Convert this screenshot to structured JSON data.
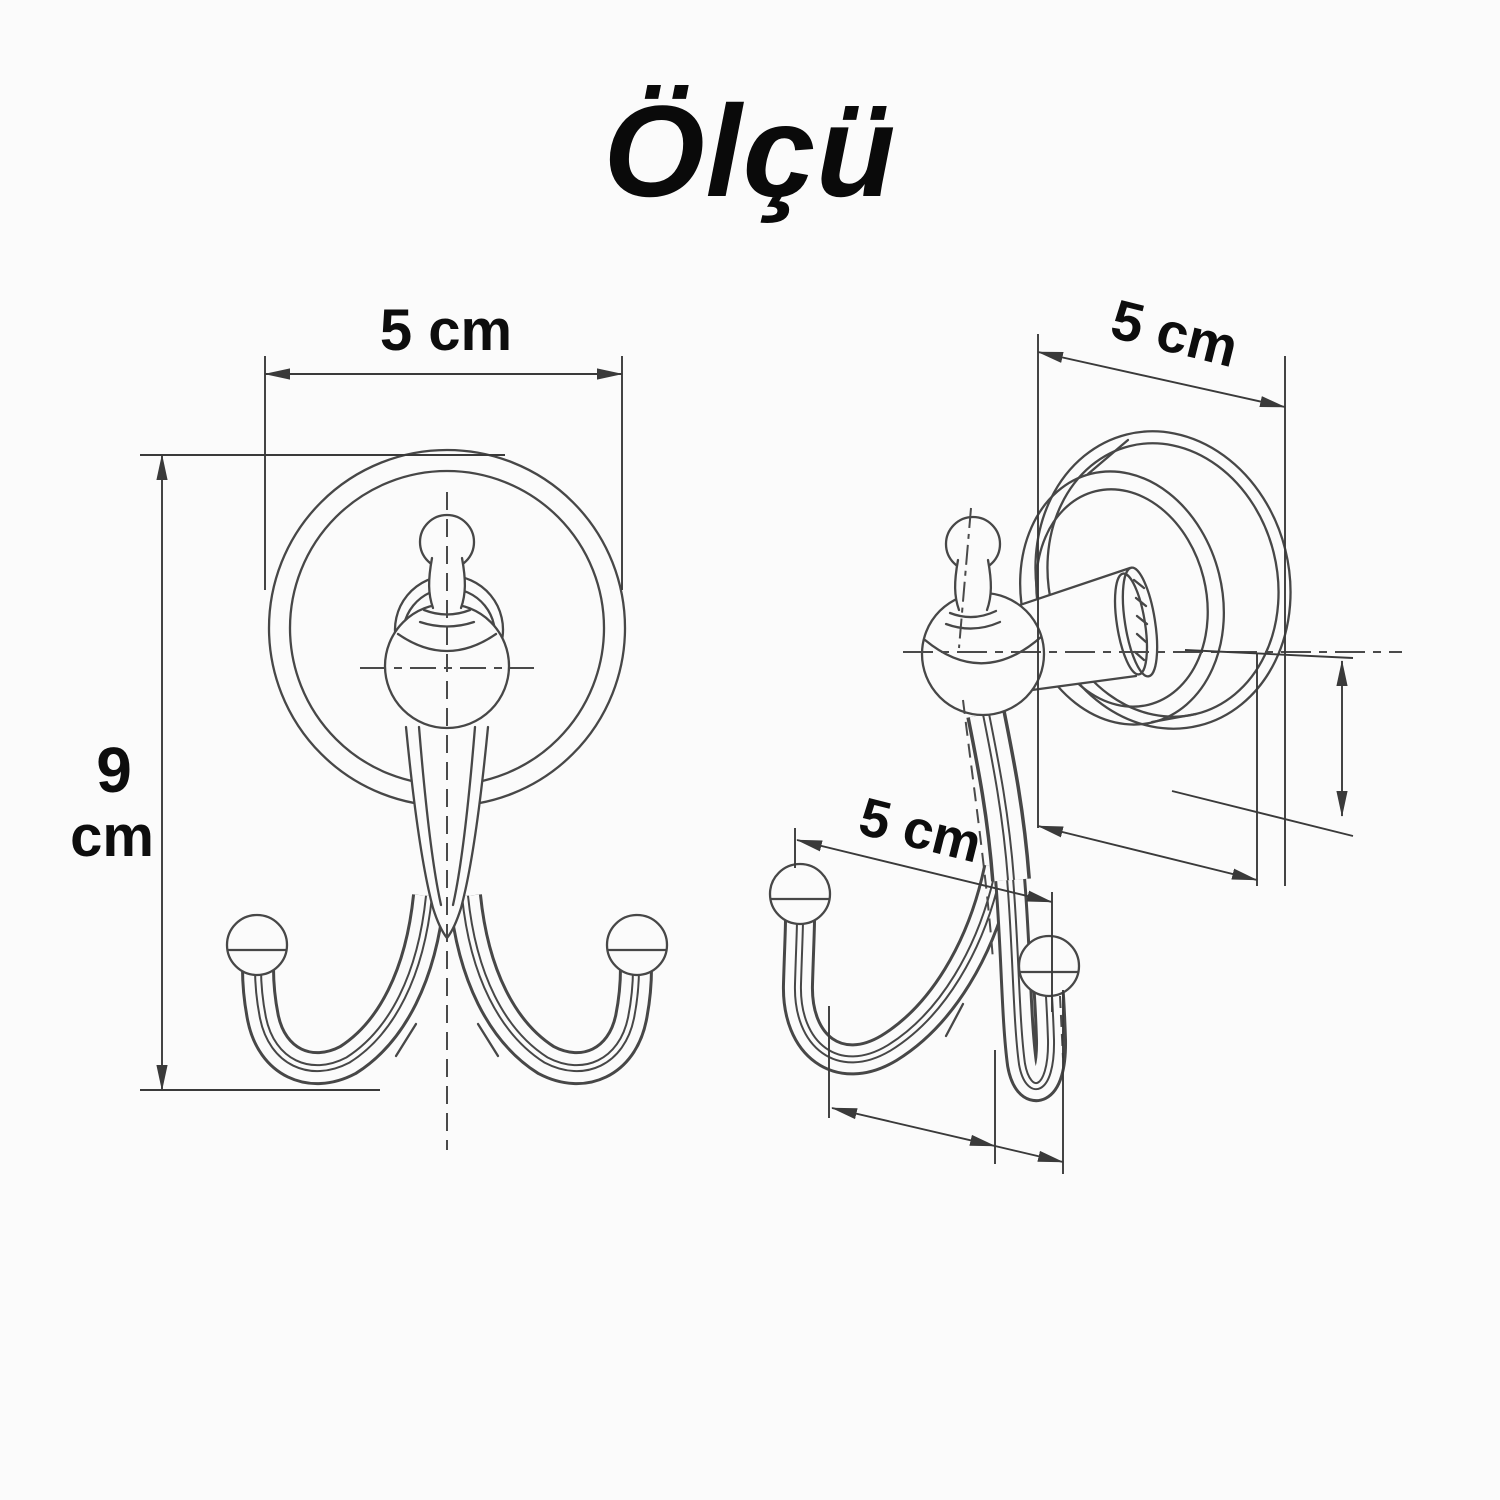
{
  "title": "Ölçü",
  "colors": {
    "background": "#fbfbfb",
    "line": "#474747",
    "dimension_line": "#3a3a3a",
    "text": "#0d0d0d"
  },
  "drawing": {
    "front_view": {
      "width_label": "5 cm",
      "height_value": "9",
      "height_unit": "cm"
    },
    "side_view": {
      "width_label": "5 cm",
      "hook_span_label": "5 cm"
    }
  }
}
